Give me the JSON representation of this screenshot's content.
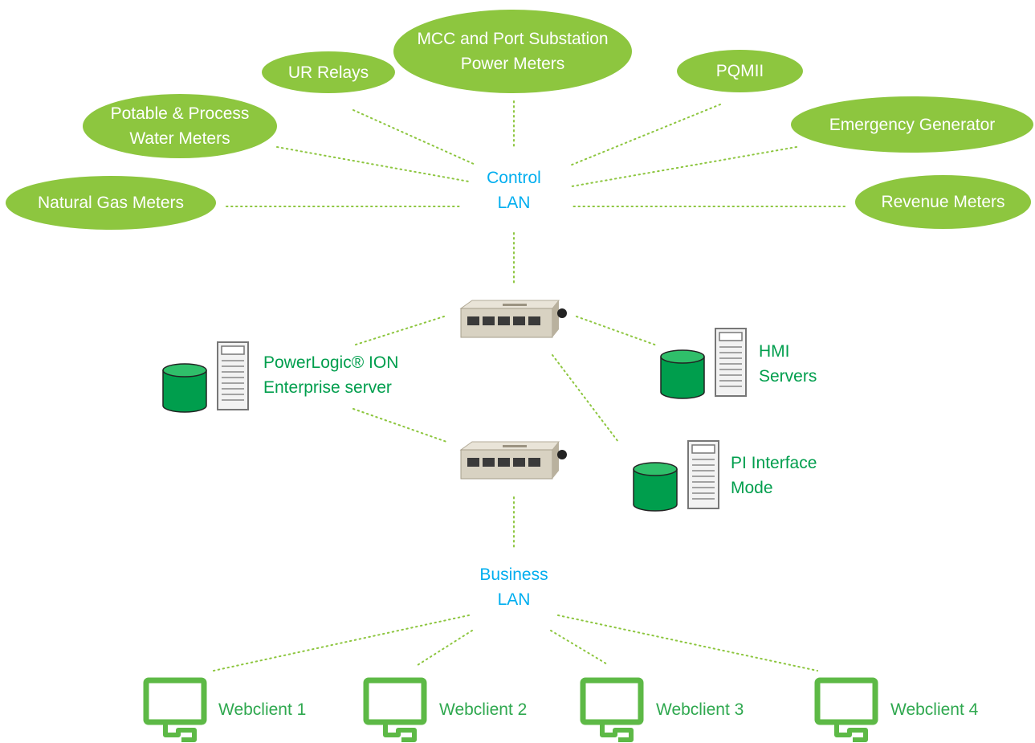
{
  "devices": {
    "natural_gas": "Natural Gas Meters",
    "potable_water": "Potable & Process\nWater Meters",
    "ur_relays": "UR Relays",
    "mcc_power": "MCC and Port Substation\nPower Meters",
    "pqmii": "PQMII",
    "emergency_gen": "Emergency Generator",
    "revenue": "Revenue Meters"
  },
  "networks": {
    "control_lan": "Control\nLAN",
    "business_lan": "Business\nLAN"
  },
  "servers": {
    "powerlogic": "PowerLogic® ION\nEnterprise server",
    "hmi": "HMI\nServers",
    "pi_interface": "PI Interface\nMode"
  },
  "clients": [
    "Webclient 1",
    "Webclient 2",
    "Webclient 3",
    "Webclient 4"
  ],
  "colors": {
    "device_fill": "#8dc63f",
    "lan_text": "#00aeef",
    "server_text": "#009e4d",
    "connector": "#8dc63f",
    "monitor": "#5db946"
  }
}
